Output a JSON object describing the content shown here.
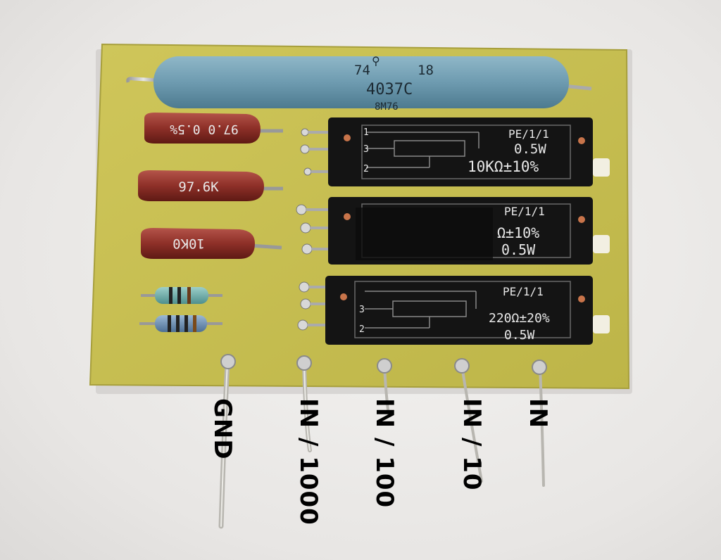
{
  "scene": {
    "description_type": "photo",
    "board_color": "#c9c154",
    "background_color": "#e9e7e5"
  },
  "components": {
    "big_resistor": {
      "line1_left": "74",
      "line1_right": "18",
      "line2": "4037C",
      "line3": "8M76"
    },
    "red_resistors": [
      {
        "marking": "97.0 0.5%"
      },
      {
        "marking": "97.6K"
      },
      {
        "marking": "10K0"
      }
    ],
    "trimmers": [
      {
        "brand": "PE/1/1",
        "power": "0.5W",
        "value": "10KΩ±10%"
      },
      {
        "brand": "PE/1/1",
        "power": "0.5W",
        "value": "Ω±10%"
      },
      {
        "brand": "PE/1/1",
        "power": "0.5W",
        "value": "220Ω±20%"
      }
    ],
    "pin_numbers": [
      "1",
      "3",
      "2"
    ]
  },
  "labels": {
    "gnd": "GND",
    "in_1000": "IN / 1000",
    "in_100": "IN / 100",
    "in_10": "IN / 10",
    "in": "IN"
  }
}
